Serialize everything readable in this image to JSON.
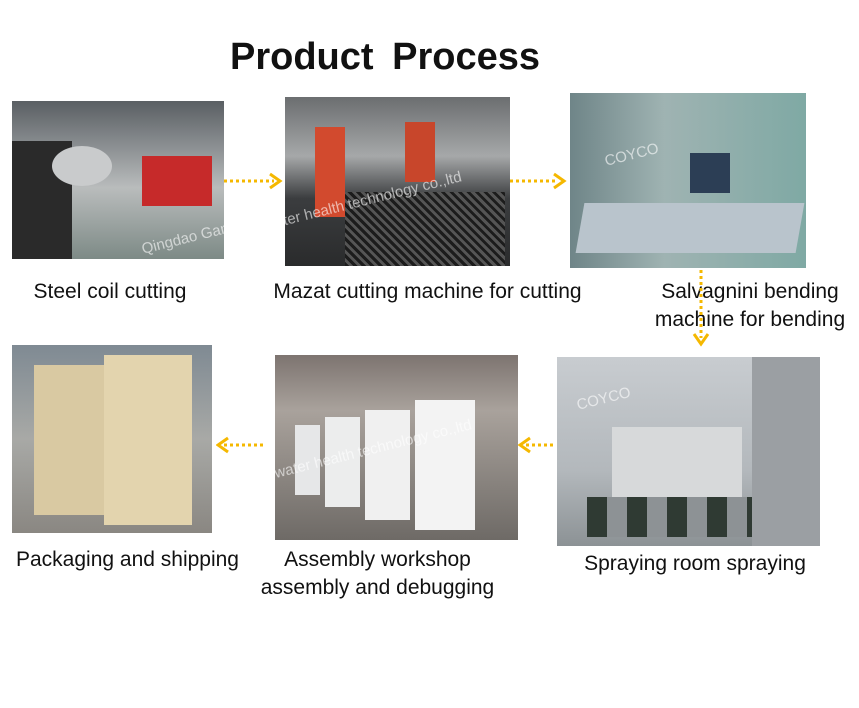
{
  "title": "Product Process",
  "watermark": {
    "company": "Qingdao Ganglijia water health technology co.,ltd",
    "brand": "COYCO"
  },
  "arrow_color": "#f5b800",
  "steps": [
    {
      "label": "Steel coil cutting"
    },
    {
      "label": "Mazat cutting machine for cutting"
    },
    {
      "label_line1": "Salvagnini bending",
      "label_line2": "machine for bending"
    },
    {
      "label": "Spraying room spraying"
    },
    {
      "label_line1": "Assembly workshop",
      "label_line2": "assembly and debugging"
    },
    {
      "label": "Packaging and shipping"
    }
  ]
}
